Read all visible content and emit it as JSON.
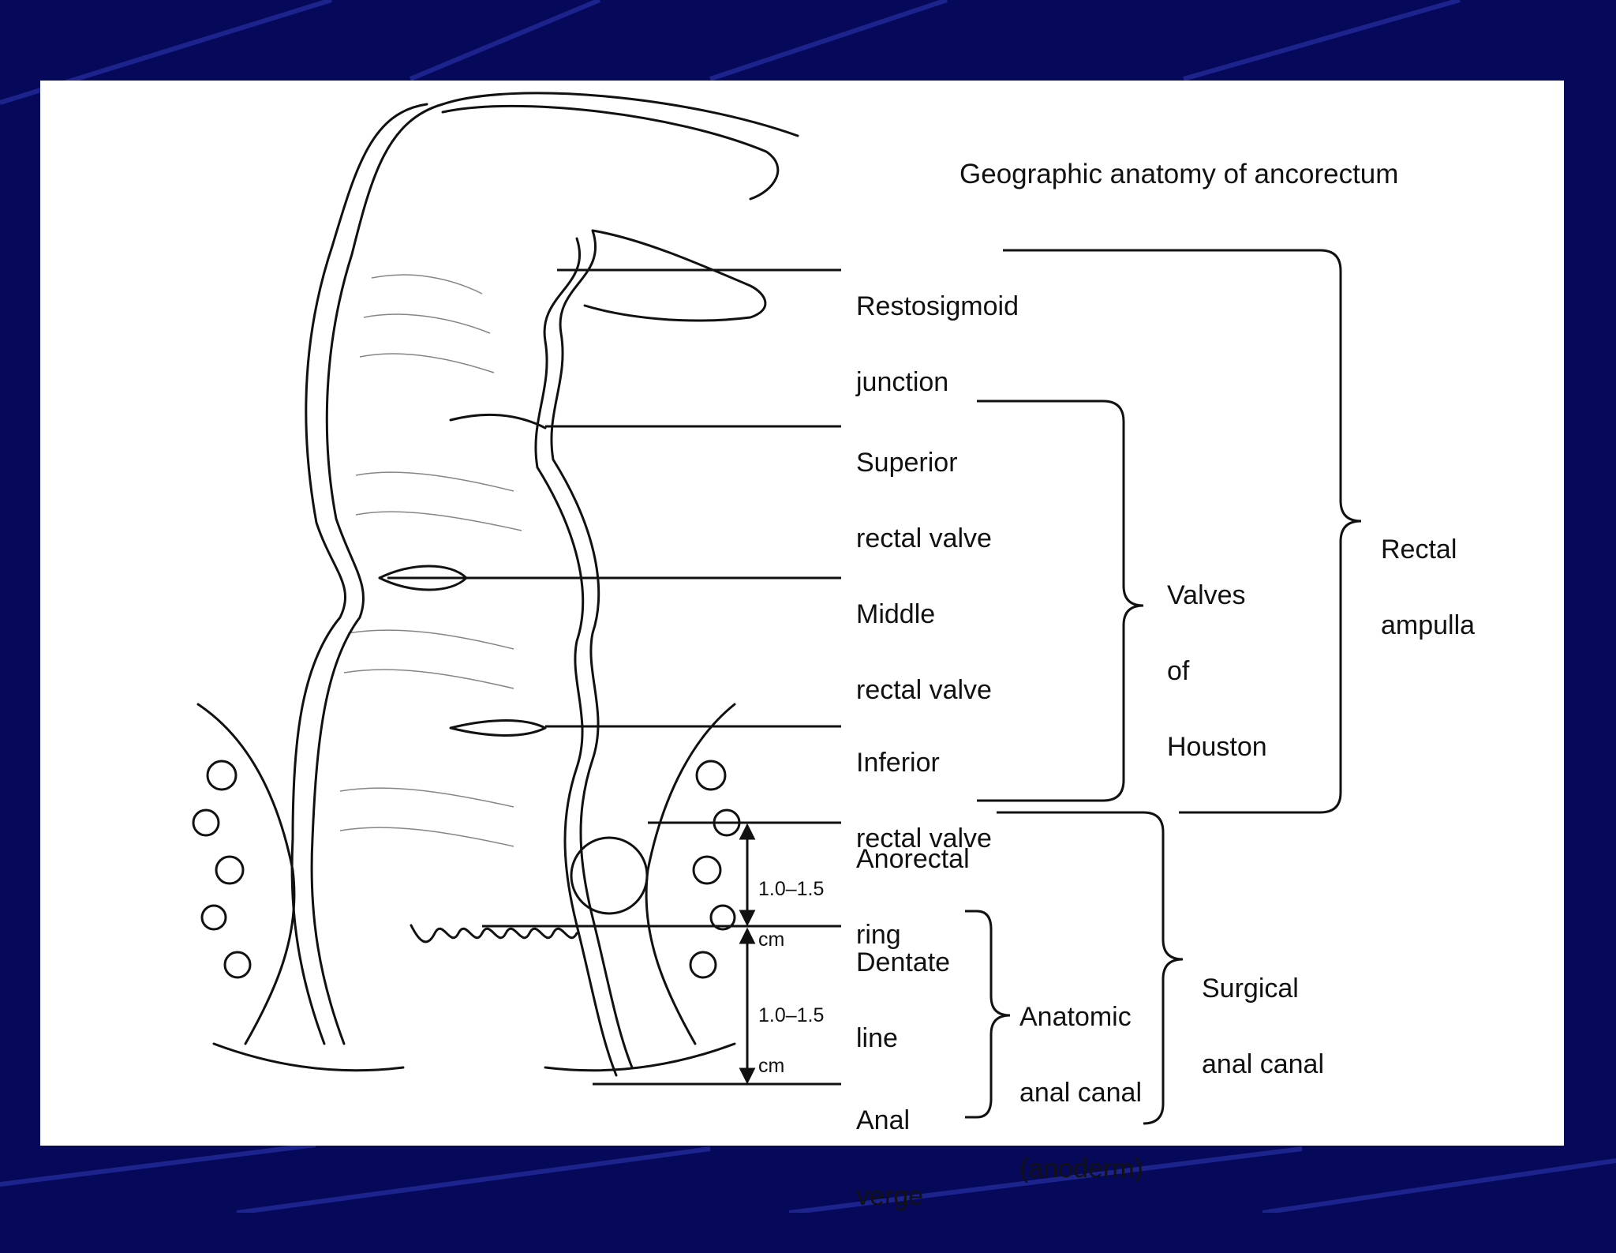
{
  "colors": {
    "slide_bg": "#06085a",
    "slide_stripe": "#2f3ab8",
    "panel": "#ffffff",
    "ink": "#111111"
  },
  "figure": {
    "title": "Geographic anatomy of ancorectum",
    "labels": {
      "rectosigmoid": [
        "Restosigmoid",
        "junction"
      ],
      "superior": [
        "Superior",
        "rectal valve"
      ],
      "middle": [
        "Middle",
        "rectal valve"
      ],
      "inferior": [
        "Inferior",
        "rectal valve"
      ],
      "anorectal": [
        "Anorectal",
        "ring"
      ],
      "dentate": [
        "Dentate",
        "line"
      ],
      "anal_verge": [
        "Anal",
        "verge"
      ]
    },
    "brackets": {
      "valves": [
        "Valves",
        "of",
        "Houston"
      ],
      "ampulla": [
        "Rectal",
        "ampulla"
      ],
      "anatomic": [
        "Anatomic",
        "anal canal",
        "(anoderm)"
      ],
      "surgical": [
        "Surgical",
        "anal canal"
      ]
    },
    "dimensions": {
      "upper": [
        "1.0–1.5",
        "cm"
      ],
      "lower": [
        "1.0–1.5",
        "cm"
      ]
    }
  }
}
